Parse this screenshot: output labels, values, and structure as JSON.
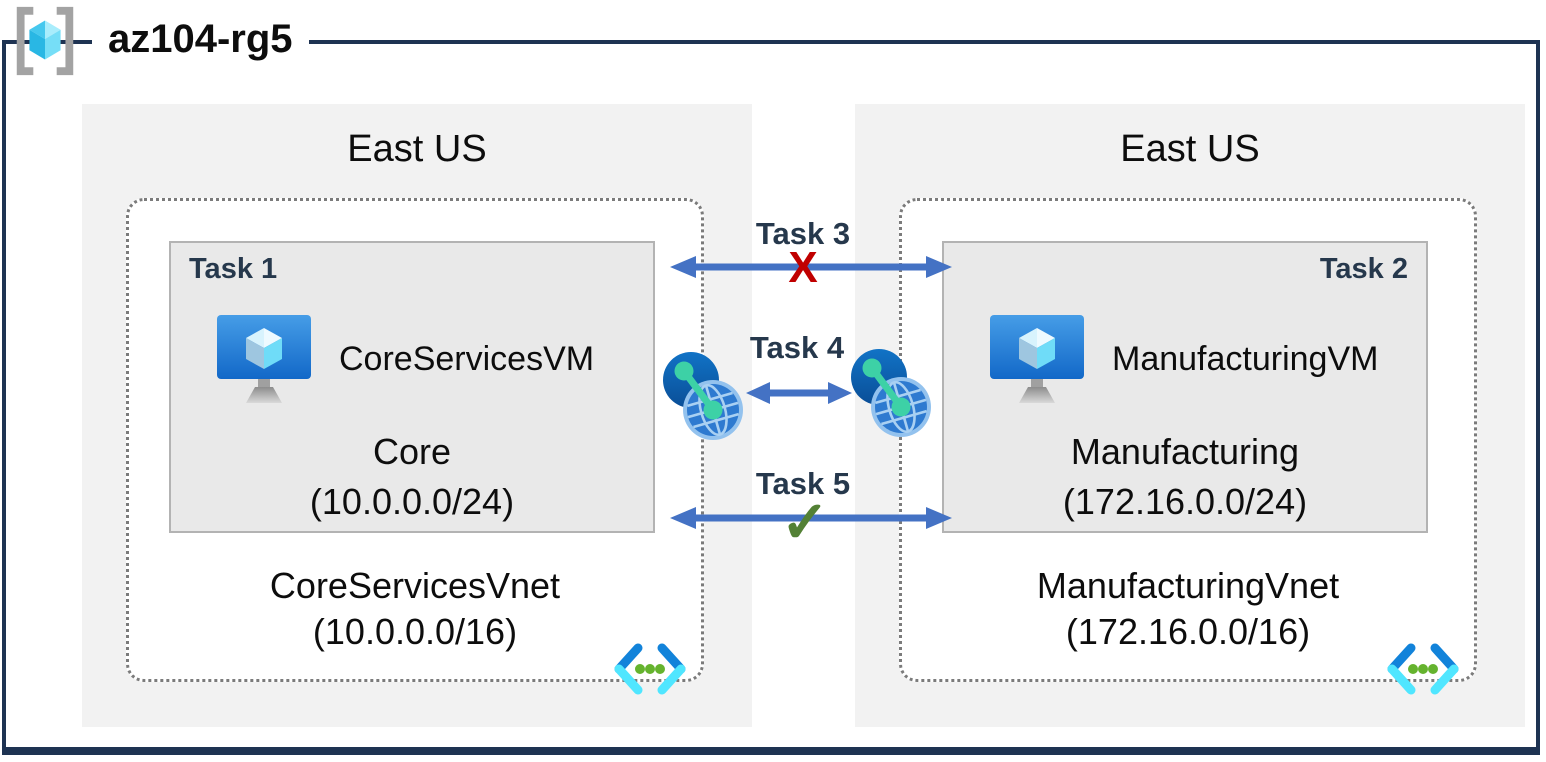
{
  "resource_group": {
    "label": "az104-rg5"
  },
  "regions": [
    {
      "name": "East US",
      "subnet": {
        "task": "Task 1",
        "vm": "CoreServicesVM",
        "name": "Core",
        "cidr": "(10.0.0.0/24)"
      },
      "vnet": {
        "name": "CoreServicesVnet",
        "cidr": "(10.0.0.0/16)"
      }
    },
    {
      "name": "East US",
      "subnet": {
        "task": "Task 2",
        "vm": "ManufacturingVM",
        "name": "Manufacturing",
        "cidr": "(172.16.0.0/24)"
      },
      "vnet": {
        "name": "ManufacturingVnet",
        "cidr": "(172.16.0.0/16)"
      }
    }
  ],
  "connections": [
    {
      "label": "Task 3",
      "marker": "X"
    },
    {
      "label": "Task 4",
      "marker": ""
    },
    {
      "label": "Task 5",
      "marker": "✓"
    }
  ],
  "colors": {
    "frame": "#1e3352",
    "arrow": "#4472c4",
    "blocked_x": "#c00000",
    "allowed_check": "#538135",
    "task_label": "#26384c",
    "region_bg": "#f2f2f2",
    "subnet_bg": "#e9e9e9",
    "vnet_chevron_blue": "#1283da",
    "vnet_chevron_cyan": "#50e6ff",
    "vnet_dot_green": "#65b32e",
    "peering_teal": "#3dd1a6"
  }
}
